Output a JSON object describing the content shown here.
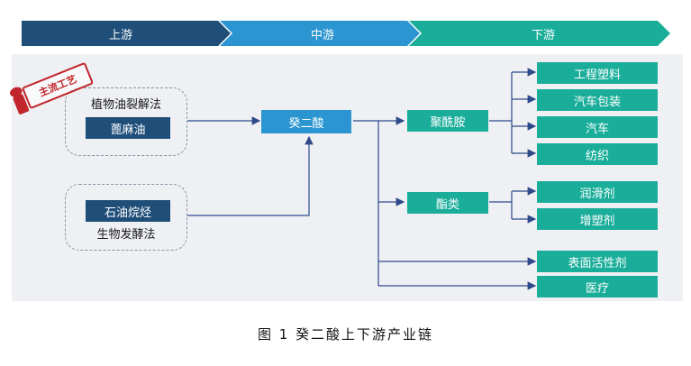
{
  "stages": [
    "上游",
    "中游",
    "下游"
  ],
  "stamp": "主流工艺",
  "upstream": {
    "group1_title": "植物油裂解法",
    "group1_box": "蓖麻油",
    "group2_box": "石油烷烃",
    "group2_title": "生物发酵法"
  },
  "midstream": {
    "product": "癸二酸"
  },
  "downstream": {
    "polyamide": "聚酰胺",
    "polyamide_uses": [
      "工程塑料",
      "汽车包装",
      "汽车",
      "纺织"
    ],
    "esters": "酯类",
    "ester_uses": [
      "润滑剂",
      "增塑剂"
    ],
    "direct_uses": [
      "表面活性剂",
      "医疗"
    ]
  },
  "caption": "图 1  癸二酸上下游产业链",
  "colors": {
    "upstream": "#1f4e79",
    "midstream": "#2a95d0",
    "downstream": "#1aae9a",
    "line": "#2e4a8a"
  }
}
